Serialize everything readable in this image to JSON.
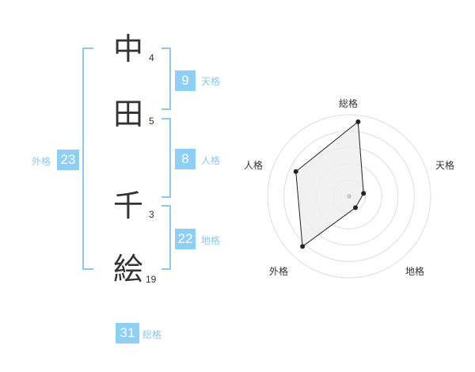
{
  "name_chars": [
    {
      "char": "中",
      "strokes": "4"
    },
    {
      "char": "田",
      "strokes": "5"
    },
    {
      "char": "千",
      "strokes": "3"
    },
    {
      "char": "絵",
      "strokes": "19"
    }
  ],
  "kakusu": {
    "tenkaku": {
      "label": "天格",
      "value": "9"
    },
    "jinkaku": {
      "label": "人格",
      "value": "8"
    },
    "chikaku": {
      "label": "地格",
      "value": "22"
    },
    "gaikaku": {
      "label": "外格",
      "value": "23"
    },
    "soukaku": {
      "label": "総格",
      "value": "31"
    }
  },
  "chart_data": {
    "type": "radar",
    "axes": [
      "総格",
      "天格",
      "地格",
      "外格",
      "人格"
    ],
    "values": [
      0.92,
      0.18,
      0.16,
      0.84,
      0.72
    ],
    "max": 1,
    "rings": 5,
    "colors": {
      "fill": "#efefef",
      "line": "#222222",
      "grid": "#dddddd",
      "center": "#cccccc"
    }
  },
  "colors": {
    "accent": "#8ecff5",
    "bracket": "#8ec8ef",
    "text": "#333333"
  }
}
